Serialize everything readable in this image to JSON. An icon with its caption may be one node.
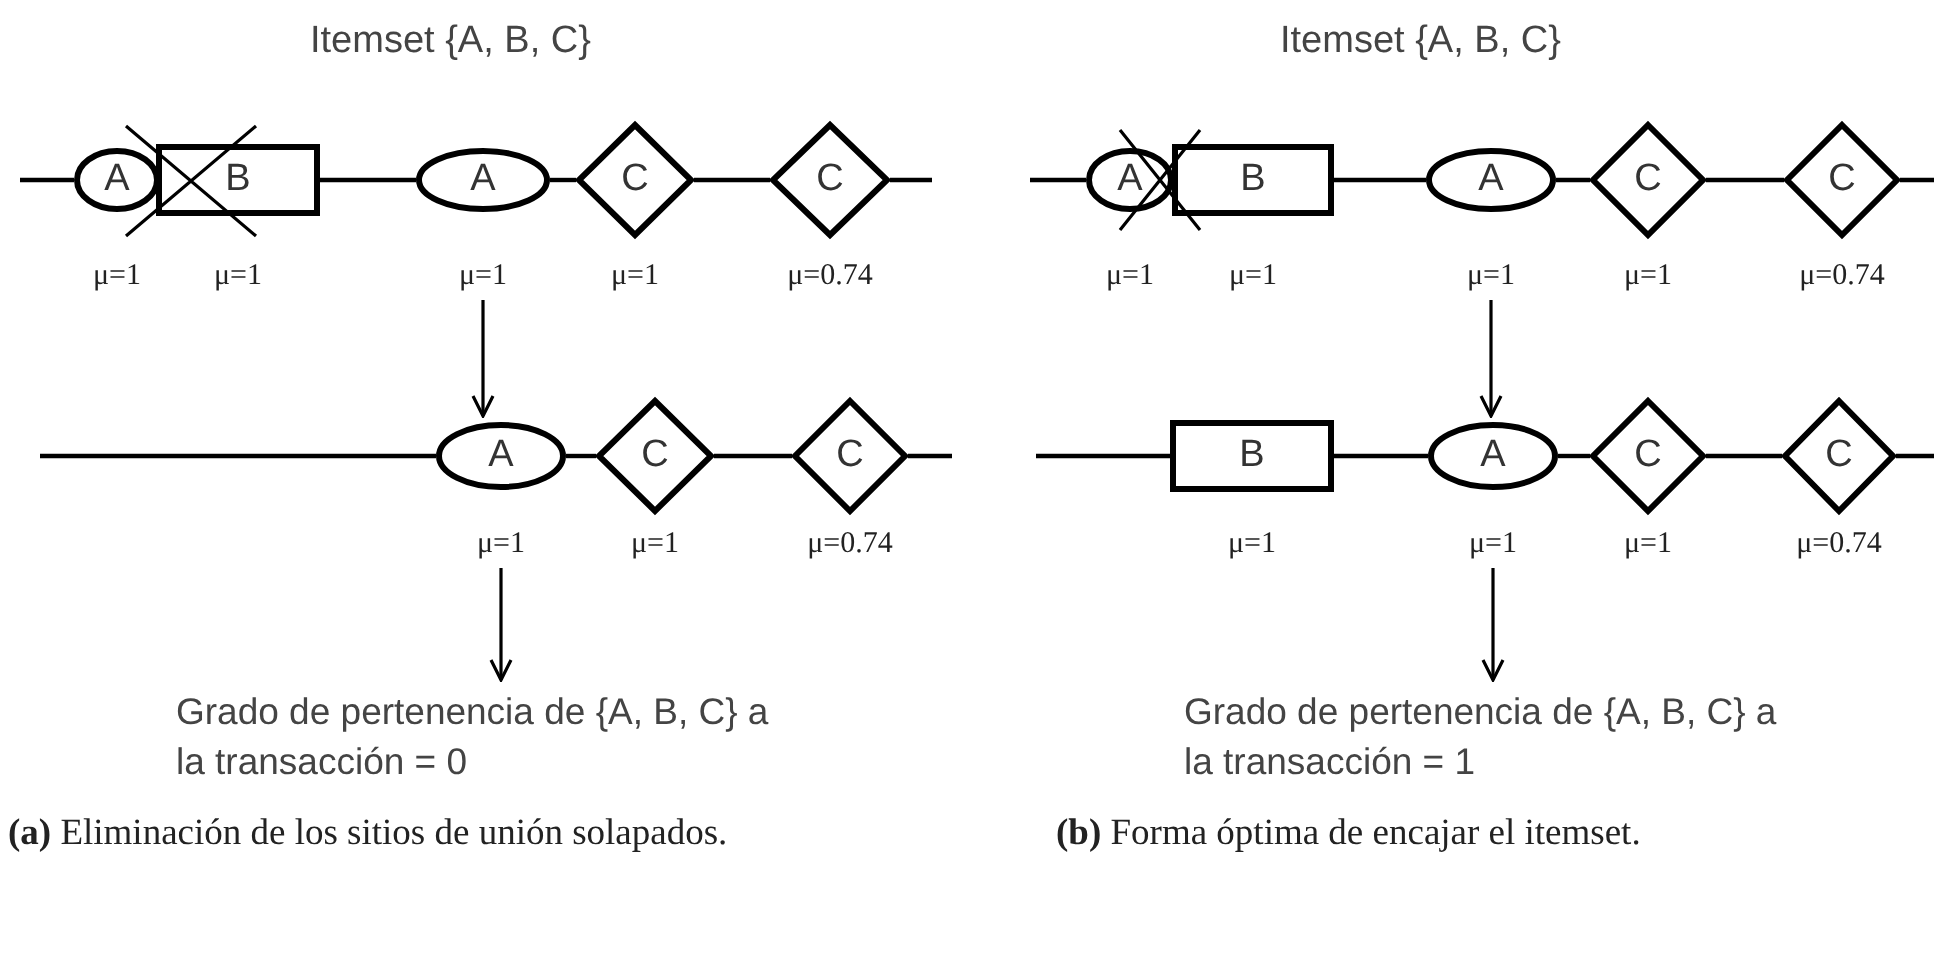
{
  "diagram": {
    "nodes": [
      {
        "text": [
          "A"
        ],
        "beside": [
          "μ=1"
        ]
      },
      {
        "text": [
          "B"
        ],
        "beside": [
          "μ=1"
        ]
      },
      {
        "text": [
          "A"
        ],
        "beside": [
          "μ=1"
        ]
      },
      {
        "text": [
          "C"
        ],
        "beside": [
          "μ=1"
        ]
      },
      {
        "text": [
          "C"
        ],
        "beside": [
          "μ=0.74"
        ]
      },
      {
        "text": [
          "A"
        ],
        "beside": [
          "μ=1"
        ]
      },
      {
        "text": [
          "C"
        ],
        "beside": [
          "μ=1"
        ]
      },
      {
        "text": [
          "C"
        ],
        "beside": [
          "μ=0.74"
        ]
      },
      {
        "text": [
          "Grado de pertenencia de {A, B, C} a la transacción = 0"
        ]
      },
      {
        "text": [
          "A"
        ],
        "beside": [
          "μ=1"
        ]
      },
      {
        "text": [
          "B"
        ],
        "beside": [
          "μ=1"
        ]
      },
      {
        "text": [
          "A"
        ],
        "beside": [
          "μ=1"
        ]
      },
      {
        "text": [
          "C"
        ],
        "beside": [
          "μ=1"
        ]
      },
      {
        "text": [
          "C"
        ],
        "beside": [
          "μ=0.74"
        ]
      },
      {
        "text": [
          "B"
        ],
        "beside": [
          "μ=1"
        ]
      },
      {
        "text": [
          "A"
        ],
        "beside": [
          "μ=1"
        ]
      },
      {
        "text": [
          "C"
        ],
        "beside": [
          "μ=1"
        ]
      },
      {
        "text": [
          "C"
        ],
        "beside": [
          "μ=0.74"
        ]
      },
      {
        "text": [
          "Grado de pertenencia de {A, B, C} a la transacción = 1"
        ]
      }
    ],
    "edges": [
      {
        "from": null,
        "to": 0,
        "arrow": "none"
      },
      {
        "from": 1,
        "to": 2,
        "arrow": "none"
      },
      {
        "from": 2,
        "to": 3,
        "arrow": "none"
      },
      {
        "from": 3,
        "to": 4,
        "arrow": "none"
      },
      {
        "from": 4,
        "to": null,
        "arrow": "none"
      },
      {
        "from": null,
        "to": 5,
        "arrow": "none"
      },
      {
        "from": 5,
        "to": 6,
        "arrow": "none"
      },
      {
        "from": 6,
        "to": 7,
        "arrow": "none"
      },
      {
        "from": 7,
        "to": null,
        "arrow": "none"
      },
      {
        "from": 2,
        "to": 5,
        "arrow": "to"
      },
      {
        "from": 5,
        "to": 8,
        "arrow": "to"
      },
      {
        "from": null,
        "to": 9,
        "arrow": "none"
      },
      {
        "from": 10,
        "to": 11,
        "arrow": "none"
      },
      {
        "from": 11,
        "to": 12,
        "arrow": "none"
      },
      {
        "from": 12,
        "to": 13,
        "arrow": "none"
      },
      {
        "from": 13,
        "to": null,
        "arrow": "none"
      },
      {
        "from": null,
        "to": 14,
        "arrow": "none"
      },
      {
        "from": 14,
        "to": 15,
        "arrow": "none"
      },
      {
        "from": 15,
        "to": 16,
        "arrow": "none"
      },
      {
        "from": 16,
        "to": 17,
        "arrow": "none"
      },
      {
        "from": 17,
        "to": null,
        "arrow": "none"
      },
      {
        "from": 11,
        "to": 15,
        "arrow": "to"
      },
      {
        "from": 15,
        "to": 18,
        "arrow": "to"
      }
    ],
    "labels": [
      "Itemset {A, B, C}",
      "Itemset {A, B, C}",
      "**(a)** Eliminación de los sitios de unión solapados.",
      "**(b)** Forma óptima de encajar el itemset."
    ]
  }
}
